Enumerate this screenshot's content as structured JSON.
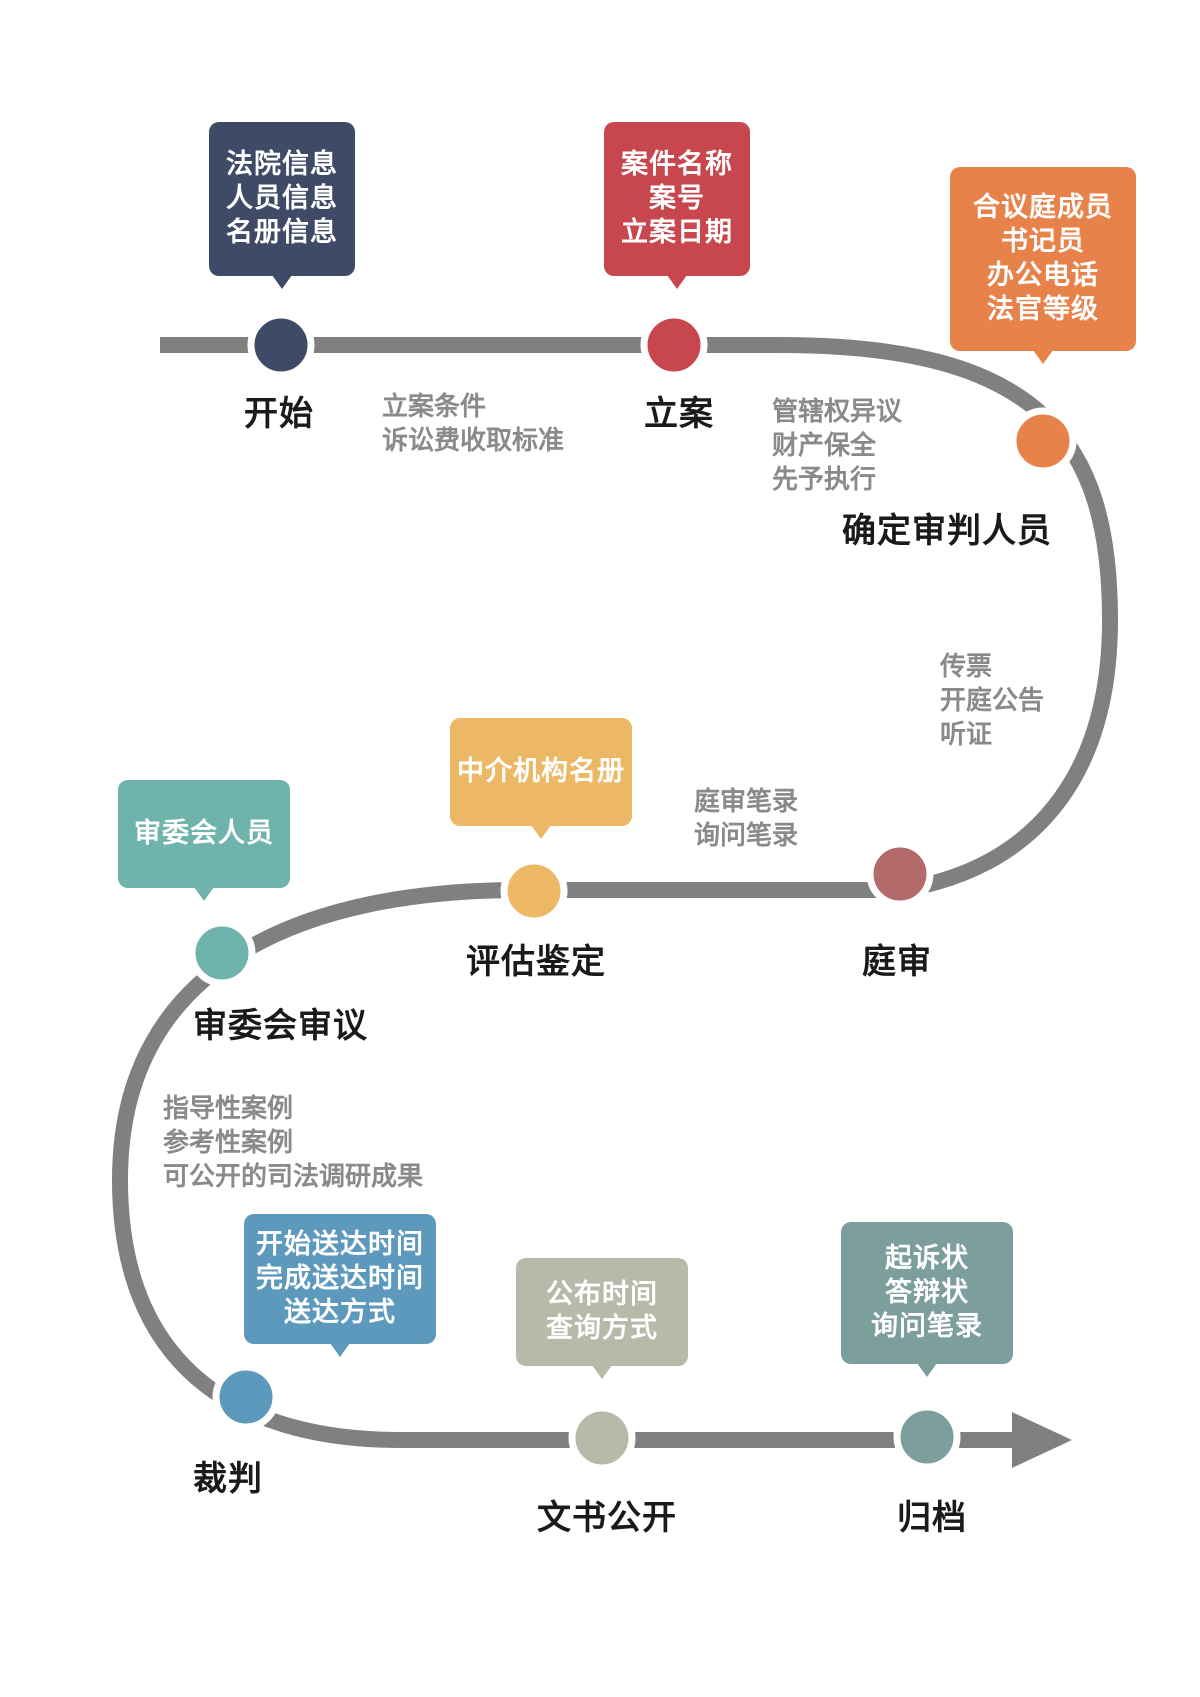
{
  "stages": [
    {
      "id": "start",
      "label": "开始",
      "color": "#3e4a66"
    },
    {
      "id": "filing",
      "label": "立案",
      "color": "#c8474f"
    },
    {
      "id": "judges",
      "label": "确定审判人员",
      "color": "#e6824a"
    },
    {
      "id": "trial",
      "label": "庭审",
      "color": "#b36a6a"
    },
    {
      "id": "appraisal",
      "label": "评估鉴定",
      "color": "#edb866"
    },
    {
      "id": "committee",
      "label": "审委会审议",
      "color": "#6fb3ad"
    },
    {
      "id": "judgment",
      "label": "裁判",
      "color": "#5d98bd"
    },
    {
      "id": "publish",
      "label": "文书公开",
      "color": "#b5bba8"
    },
    {
      "id": "archive",
      "label": "归档",
      "color": "#7c9e9c"
    }
  ],
  "bubbles": [
    {
      "id": "start-info",
      "lines": [
        "法院信息",
        "人员信息",
        "名册信息"
      ],
      "color": "#3e4a66"
    },
    {
      "id": "filing-info",
      "lines": [
        "案件名称",
        "案号",
        "立案日期"
      ],
      "color": "#c8474f"
    },
    {
      "id": "judges-info",
      "lines": [
        "合议庭成员",
        "书记员",
        "办公电话",
        "法官等级"
      ],
      "color": "#e6824a"
    },
    {
      "id": "appraisal-info",
      "lines": [
        "中介机构名册"
      ],
      "color": "#edb866"
    },
    {
      "id": "committee-info",
      "lines": [
        "审委会人员"
      ],
      "color": "#6fb3ad"
    },
    {
      "id": "judgment-info",
      "lines": [
        "开始送达时间",
        "完成送达时间",
        "送达方式"
      ],
      "color": "#5d98bd"
    },
    {
      "id": "publish-info",
      "lines": [
        "公布时间",
        "查询方式"
      ],
      "color": "#b5bba8"
    },
    {
      "id": "archive-info",
      "lines": [
        "起诉状",
        "答辩状",
        "询问笔录"
      ],
      "color": "#7c9e9c"
    }
  ],
  "notes": [
    {
      "id": "note-filing",
      "lines": [
        "立案条件",
        "诉讼费收取标准"
      ]
    },
    {
      "id": "note-jurisdiction",
      "lines": [
        "管辖权异议",
        "财产保全",
        "先予执行"
      ]
    },
    {
      "id": "note-summons",
      "lines": [
        "传票",
        "开庭公告",
        "听证"
      ]
    },
    {
      "id": "note-records",
      "lines": [
        "庭审笔录",
        "询问笔录"
      ]
    },
    {
      "id": "note-cases",
      "lines": [
        "指导性案例",
        "参考性案例",
        "可公开的司法调研成果"
      ]
    }
  ],
  "path_color": "#808080"
}
